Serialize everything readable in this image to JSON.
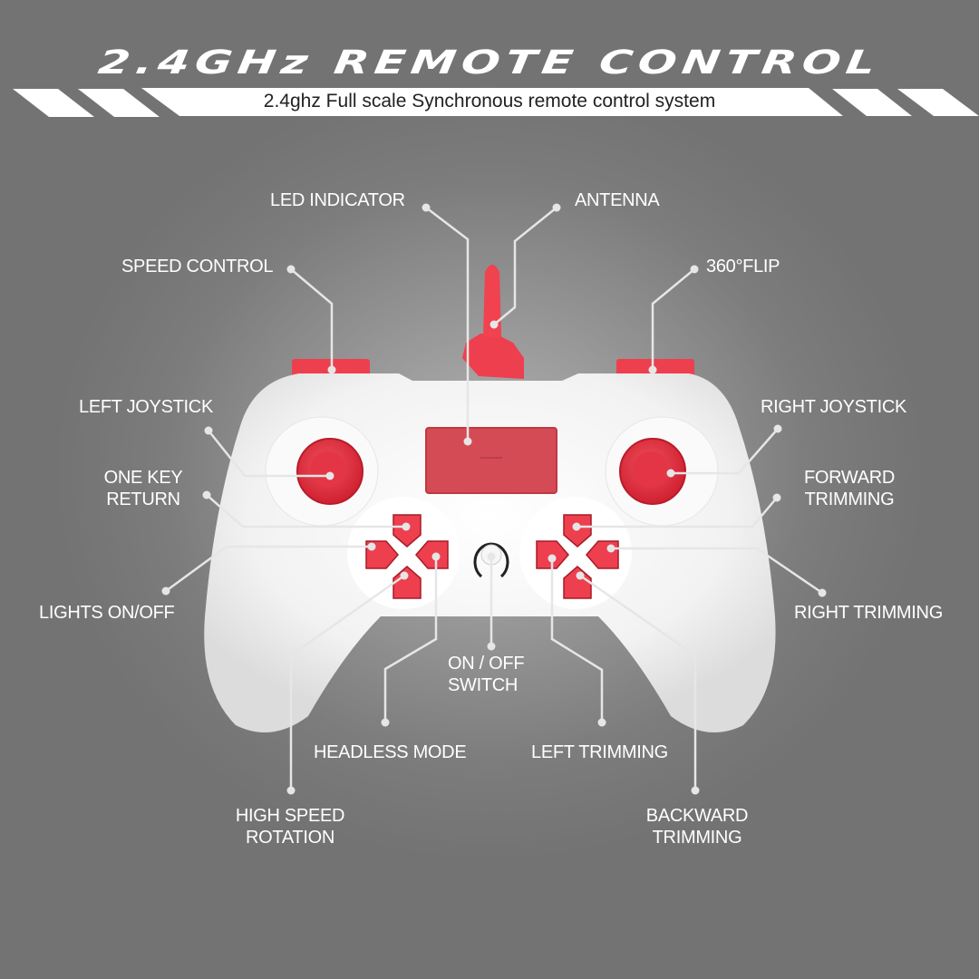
{
  "header": {
    "title": "2.4GHz  REMOTE CONTROL",
    "subtitle": "2.4ghz Full scale Synchronous remote control system"
  },
  "colors": {
    "background": "#7a7a7a",
    "controller_body": "#f4f4f4",
    "accent_red": "#e8384a",
    "led_panel": "#d24a55",
    "label_text": "#ffffff",
    "leader_line": "#e6e6e6"
  },
  "labels": {
    "led_indicator": "LED INDICATOR",
    "antenna": "ANTENNA",
    "speed_control": "SPEED CONTROL",
    "flip_360": "360°FLIP",
    "left_joystick": "LEFT JOYSTICK",
    "right_joystick": "RIGHT JOYSTICK",
    "one_key_return_1": "ONE KEY",
    "one_key_return_2": "RETURN",
    "forward_trimming_1": "FORWARD",
    "forward_trimming_2": "TRIMMING",
    "lights_on_off": "LIGHTS ON/OFF",
    "right_trimming": "RIGHT TRIMMING",
    "on_off_switch_1": "ON / OFF",
    "on_off_switch_2": "SWITCH",
    "headless_mode": "HEADLESS MODE",
    "left_trimming": "LEFT TRIMMING",
    "high_speed_rotation_1": "HIGH SPEED",
    "high_speed_rotation_2": "ROTATION",
    "backward_trimming_1": "BACKWARD",
    "backward_trimming_2": "TRIMMING"
  }
}
